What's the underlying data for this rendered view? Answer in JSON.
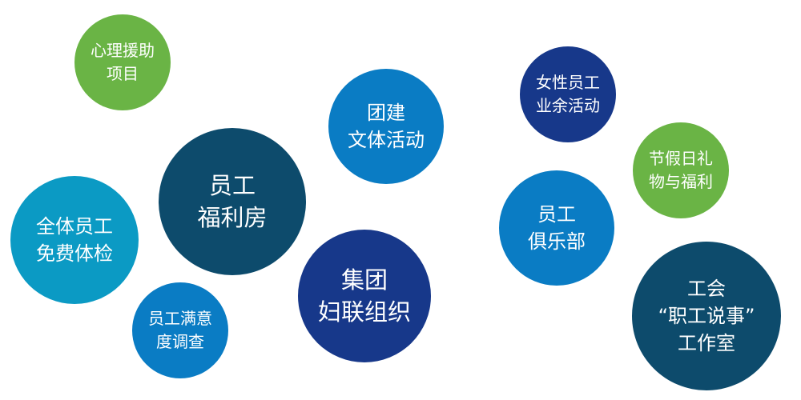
{
  "colors": {
    "green": "#6ab445",
    "blue": "#0a7cc4",
    "dark_teal": "#0d4b6c",
    "cyan": "#0b9ac4",
    "navy": "#17388a"
  },
  "bubbles": [
    {
      "lines": [
        "心理援助",
        "项目"
      ]
    },
    {
      "lines": [
        "团建",
        "文体活动"
      ]
    },
    {
      "lines": [
        "员工",
        "福利房"
      ]
    },
    {
      "lines": [
        "全体员工",
        "免费体检"
      ]
    },
    {
      "lines": [
        "员工满意",
        "度调查"
      ]
    },
    {
      "lines": [
        "集团",
        "妇联组织"
      ]
    },
    {
      "lines": [
        "女性员工",
        "业余活动"
      ]
    },
    {
      "lines": [
        "节假日礼",
        "物与福利"
      ]
    },
    {
      "lines": [
        "员工",
        "俱乐部"
      ]
    },
    {
      "lines": [
        "工会",
        "“职工说事”",
        "工作室"
      ]
    }
  ]
}
